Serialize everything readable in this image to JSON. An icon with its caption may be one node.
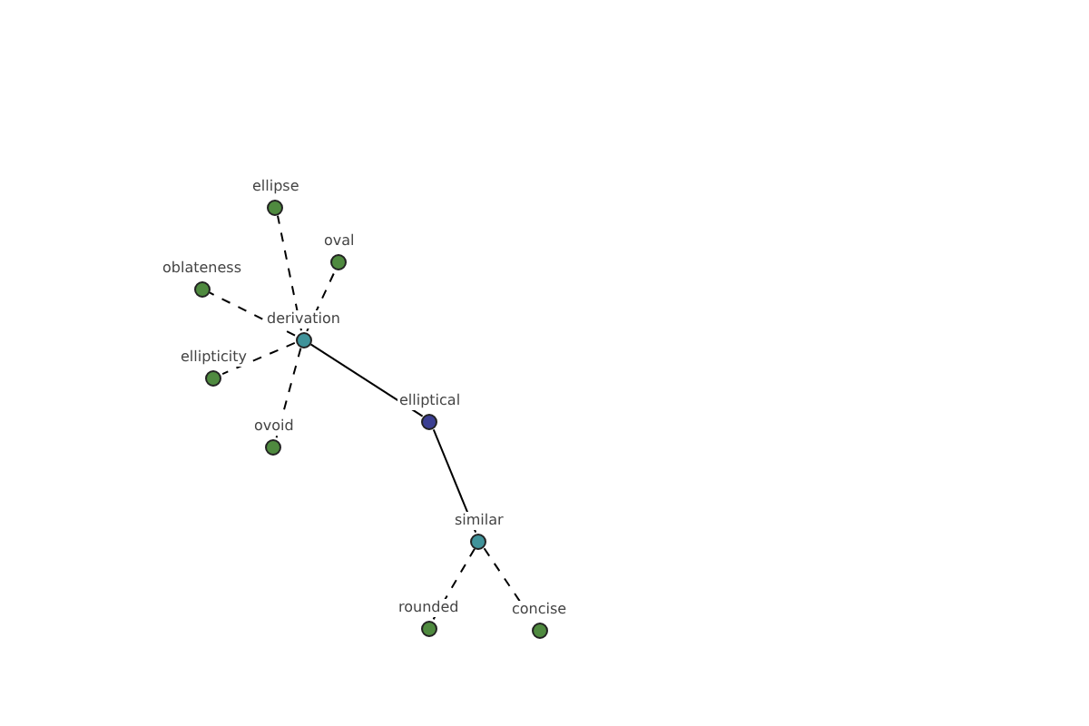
{
  "diagram": {
    "nodes": [
      {
        "text": [
          "ellipse"
        ]
      },
      {
        "text": [
          "oval"
        ]
      },
      {
        "text": [
          "oblateness"
        ]
      },
      {
        "text": [
          "derivation"
        ]
      },
      {
        "text": [
          "ellipticity"
        ]
      },
      {
        "text": [
          "ovoid"
        ]
      },
      {
        "text": [
          "elliptical"
        ]
      },
      {
        "text": [
          "similar"
        ]
      },
      {
        "text": [
          "rounded"
        ]
      },
      {
        "text": [
          "concise"
        ]
      }
    ],
    "edges": [
      {
        "from": 3,
        "to": 0,
        "arrow": "none",
        "style": "dashed"
      },
      {
        "from": 3,
        "to": 1,
        "arrow": "none",
        "style": "dashed"
      },
      {
        "from": 3,
        "to": 2,
        "arrow": "none",
        "style": "dashed"
      },
      {
        "from": 3,
        "to": 4,
        "arrow": "none",
        "style": "dashed"
      },
      {
        "from": 3,
        "to": 5,
        "arrow": "none",
        "style": "dashed"
      },
      {
        "from": 3,
        "to": 6,
        "arrow": "none"
      },
      {
        "from": 6,
        "to": 7,
        "arrow": "none"
      },
      {
        "from": 7,
        "to": 8,
        "arrow": "none",
        "style": "dashed"
      },
      {
        "from": 7,
        "to": 9,
        "arrow": "none",
        "style": "dashed"
      }
    ]
  }
}
